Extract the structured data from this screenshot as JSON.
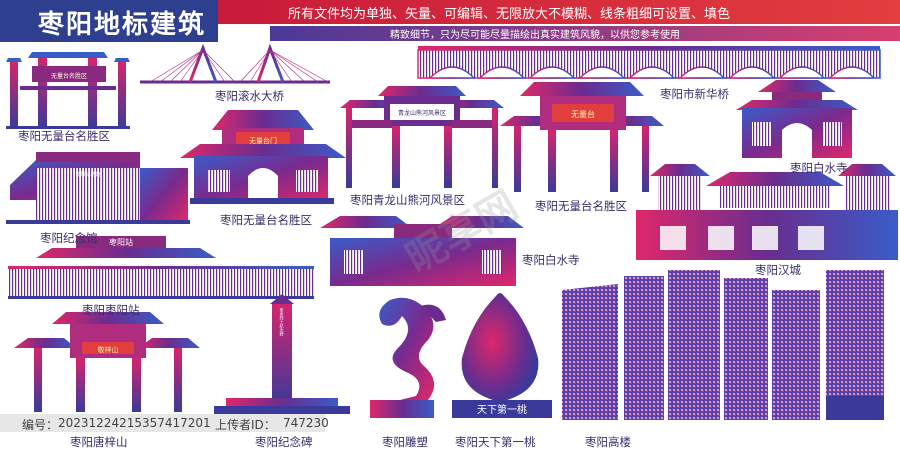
{
  "header": {
    "title": "枣阳地标建筑",
    "tagline": "所有文件均为单独、矢量、可编辑、无限放大不模糊、线条粗细可设置、填色",
    "subtitle": "精致细节，只为尽可能尽量描绘出真实建筑风貌，以供您参考使用"
  },
  "labels": {
    "wuliangtai_1": "枣阳无量台名胜区",
    "gunshui_bridge": "枣阳滚水大桥",
    "xinhua_bridge": "枣阳市新华桥",
    "qinglong": "枣阳青龙山熊河风景区",
    "wuliangtai_2": "枣阳无量台名胜区",
    "wuliangtai_3": "枣阳无量台名胜区",
    "baishui_1": "枣阳白水寺",
    "memorial_hall": "枣阳纪念馆",
    "baishui_2": "枣阳白水寺",
    "hancheng": "枣阳汉城",
    "station": "枣阳枣阳站",
    "tangzishan": "枣阳唐梓山",
    "monument": "枣阳纪念碑",
    "sculpture": "枣阳雕塑",
    "peach": "枣阳天下第一桃",
    "highrise": "枣阳高楼"
  },
  "signs": {
    "wuliangtai_gate": "无量台名胜区",
    "wuliangtai_temple": "无量台门",
    "qinglong_gate": "青龙山熊河风景区",
    "wuliangtai_arch": "无量台",
    "station_sign": "枣阳站",
    "tangzishan_sign": "敬梓山",
    "memorial_sign": "枣阳纪念馆",
    "peach_text": "天下第一桃",
    "monument_text": "革命烈士纪念碑"
  },
  "footer": {
    "number_label": "编号：",
    "number": "20231224215357417201",
    "uploader_label": "上传者ID：",
    "uploader": "747230"
  },
  "watermark": "昵享网",
  "colors": {
    "navy": "#2e3f8f",
    "red": "#d32a40",
    "purple": "#6a2d8f",
    "magenta": "#d6246e",
    "blue": "#3a5cc8"
  }
}
